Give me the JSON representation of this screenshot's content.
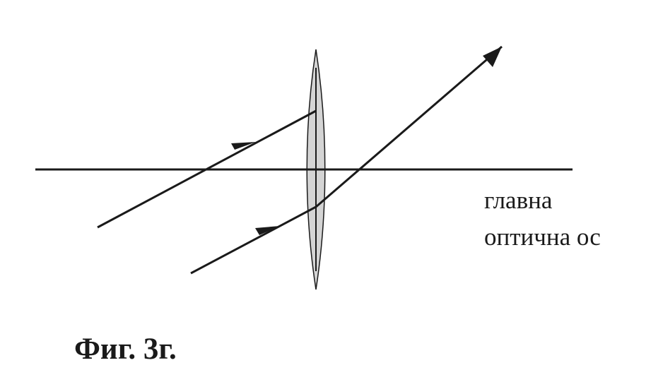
{
  "diagram": {
    "axis_label_line1": "главна",
    "axis_label_line2": "оптична ос",
    "caption": "Фиг. 3г.",
    "colors": {
      "line": "#1a1a1a",
      "lens_fill": "#d4d4d4",
      "background": "#ffffff"
    },
    "icons": {
      "lens": "converging-lens-icon",
      "arrowhead": "arrowhead-icon"
    }
  }
}
